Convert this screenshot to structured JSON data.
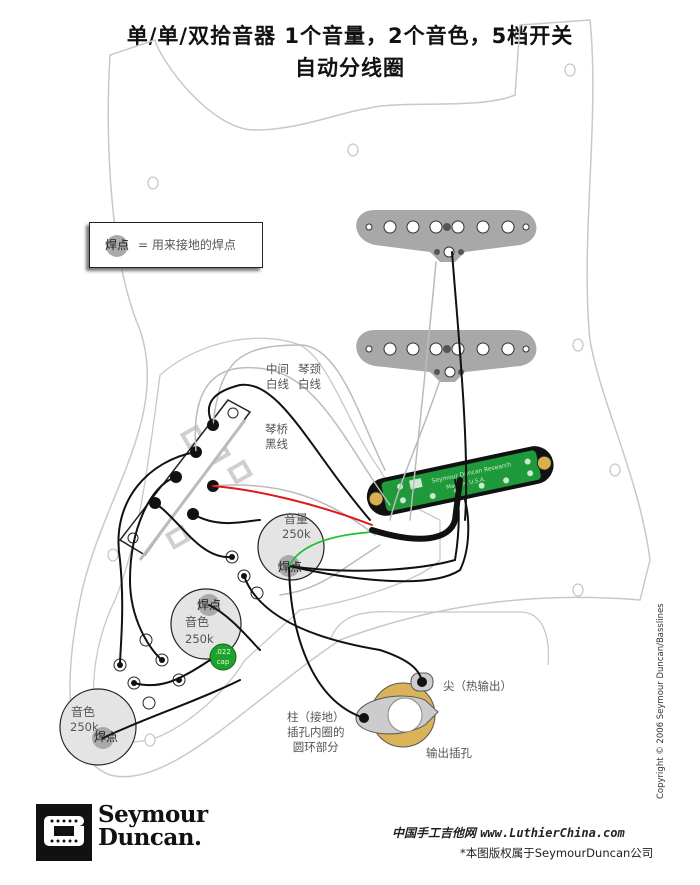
{
  "title": {
    "line1": "单/单/双拾音器 1个音量，2个音色，5档开关",
    "line2": "自动分线圈"
  },
  "legend": {
    "key": "焊点",
    "equals": "=",
    "description": "用来接地的焊点"
  },
  "wire_labels": {
    "middle_white": "中间\n白线",
    "neck_white": "琴颈\n白线",
    "bridge_black": "琴桥\n黑线"
  },
  "pots": [
    {
      "id": "volume",
      "name": "音量",
      "value": "250k",
      "solder": "焊点"
    },
    {
      "id": "tone1",
      "name": "音色",
      "value": "250k",
      "solder": "焊点"
    },
    {
      "id": "tone2",
      "name": "音色",
      "value": "250k",
      "solder": "焊点"
    }
  ],
  "capacitor": {
    "value": ".022",
    "label": "cap"
  },
  "humbucker": {
    "brand_text": "Seymour Duncan Research",
    "made_text": "Made in U.S.A.",
    "color": "#1e9a3a"
  },
  "wire_colors": {
    "hot_red": "#e01818",
    "green": "#22c030",
    "black": "#111111",
    "white": "#bbbbbb"
  },
  "jack": {
    "tip_label": "尖（热输出）",
    "sleeve_label": "柱（接地）\n插孔内圈的\n圆环部分",
    "name": "输出插孔"
  },
  "branding": {
    "logo_word1": "Seymour",
    "logo_word2": "Duncan.",
    "site_cn": "中国手工吉他网",
    "site_url": "www.LuthierChina.com",
    "copyright_note": "*本图版权属于SeymourDuncan公司",
    "vertical_copyright": "Copyright © 2006 Seymour Duncan/Basslines"
  }
}
